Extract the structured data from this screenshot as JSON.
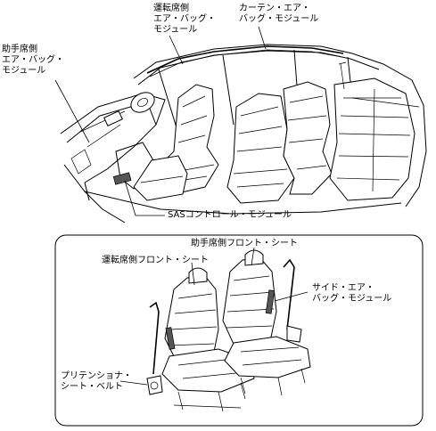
{
  "labels": {
    "driver_airbag": [
      "運転席側",
      "エア・バッグ・",
      "モジュール"
    ],
    "curtain_airbag": [
      "カーテン・エア・",
      "バッグ・モジュール"
    ],
    "passenger_airbag": [
      "助手席側",
      "エア・バッグ・",
      "モジュール"
    ],
    "sas_control": "SASコントロール・モジュール",
    "passenger_front_seat": "助手席側フロント・シート",
    "driver_front_seat": "運転席側フロント・シート",
    "side_airbag": [
      "サイド・エア・",
      "バッグ・モジュール"
    ],
    "pretensioner": [
      "プリテンショナ・",
      "シート・ベルト"
    ]
  }
}
